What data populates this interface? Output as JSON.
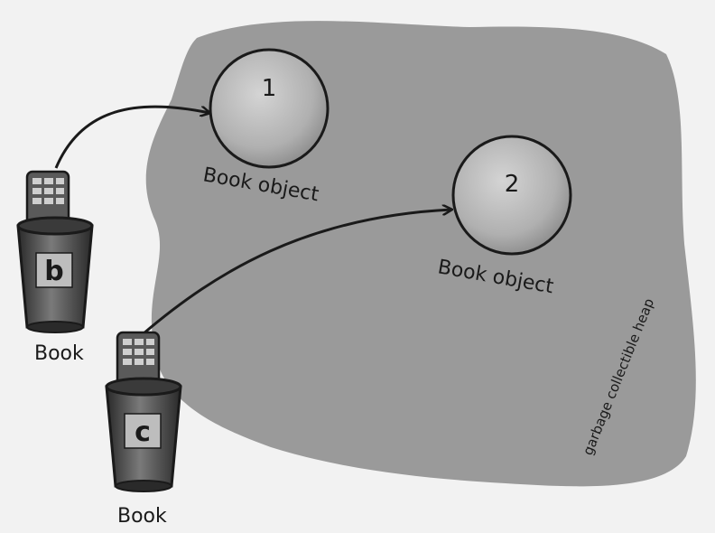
{
  "heap": {
    "label": "garbage collectible heap",
    "fill": "#9a9a9a"
  },
  "objects": [
    {
      "number": "1",
      "label": "Book object"
    },
    {
      "number": "2",
      "label": "Book object"
    }
  ],
  "references": [
    {
      "var": "b",
      "type": "Book"
    },
    {
      "var": "c",
      "type": "Book"
    }
  ],
  "colors": {
    "background": "#f2f2f2",
    "heap": "#9a9a9a",
    "object": "#b9b9b9",
    "ink": "#1a1a1a"
  }
}
